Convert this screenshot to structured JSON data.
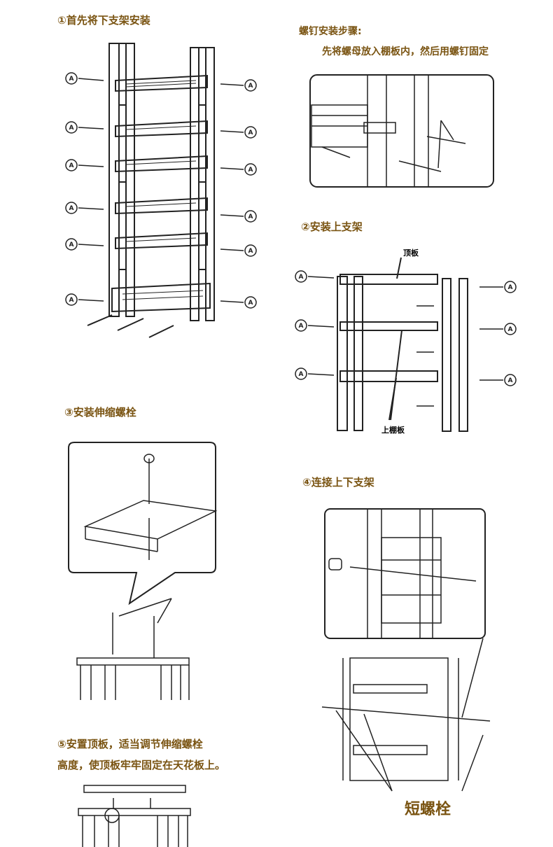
{
  "steps": {
    "s1": "①首先将下支架安装",
    "screw_title": "螺钉安装步骤:",
    "screw_desc": "先将螺母放入棚板内，然后用螺钉固定",
    "s2": "②安装上支架",
    "s3": "③安装伸缩螺栓",
    "s4": "④连接上下支架",
    "s5_line1": "⑤安置顶板，适当调节伸缩螺栓",
    "s5_line2": "高度，使顶板牢牢固定在天花板上。"
  },
  "labels": {
    "top_panel": "顶板",
    "upper_shelf": "上棚板",
    "short_bolt": "短螺栓",
    "marker": "A"
  }
}
